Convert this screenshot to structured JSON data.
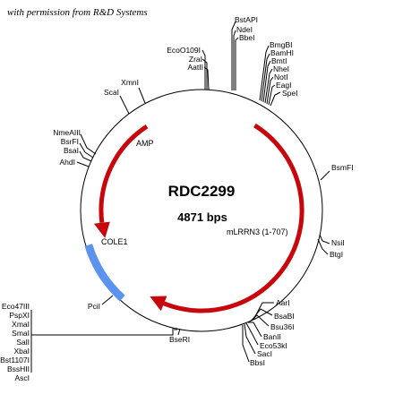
{
  "credit": "with permission from R&D Systems",
  "plasmid": {
    "name": "RDC2299",
    "size": "4871 bps"
  },
  "colors": {
    "backbone": "#000000",
    "arrow": "#c8070d",
    "origin": "#5b93ee"
  },
  "features": [
    {
      "label": "AMP",
      "type": "arrow",
      "color": "#c8070d"
    },
    {
      "label": "mLRRN3 (1-707)",
      "type": "arrow",
      "color": "#c8070d"
    },
    {
      "label": "COLE1",
      "type": "origin",
      "color": "#5b93ee"
    }
  ],
  "sites": {
    "top_right_cluster_1": [
      "BstAPI",
      "NdeI",
      "BbeI"
    ],
    "top_right_cluster_2": [
      "BmgBI",
      "BamHI",
      "BmtI",
      "NheI",
      "NotI",
      "EagI",
      "SpeI"
    ],
    "top_left_cluster": [
      "EcoO109I",
      "ZraI",
      "AatII"
    ],
    "left_upper": [
      "XmnI",
      "ScaI"
    ],
    "left_mid": [
      "NmeAIII",
      "BsrFI",
      "BsaI",
      "AhdI"
    ],
    "right_single": [
      "BsmFI"
    ],
    "right_lower": [
      "NsiI",
      "BtgI"
    ],
    "bottom_right_cluster": [
      "AarI",
      "BsaBI",
      "Bsu36I",
      "BanII",
      "Eco53kI",
      "SacI",
      "BbsI"
    ],
    "bottom_single": [
      "BseRI"
    ],
    "left_lower": [
      "PciI"
    ],
    "bottom_left_cluster": [
      "Eco47III",
      "PspXI",
      "XmaI",
      "SmaI",
      "SalI",
      "XbaI",
      "Bst1107I",
      "BssHII",
      "AscI"
    ]
  }
}
